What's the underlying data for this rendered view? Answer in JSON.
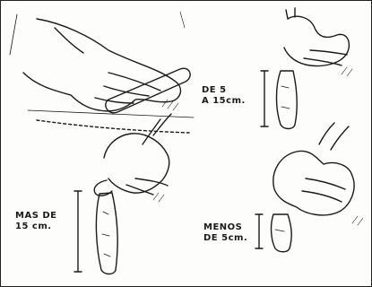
{
  "labels": {
    "more_than": "MAS DE\n15 cm.",
    "between": "DE 5\nA 15cm.",
    "less_than": "MENOS\nDE 5cm."
  },
  "colors": {
    "ink": "#1a1a1a",
    "background": "#fdfdfb"
  }
}
